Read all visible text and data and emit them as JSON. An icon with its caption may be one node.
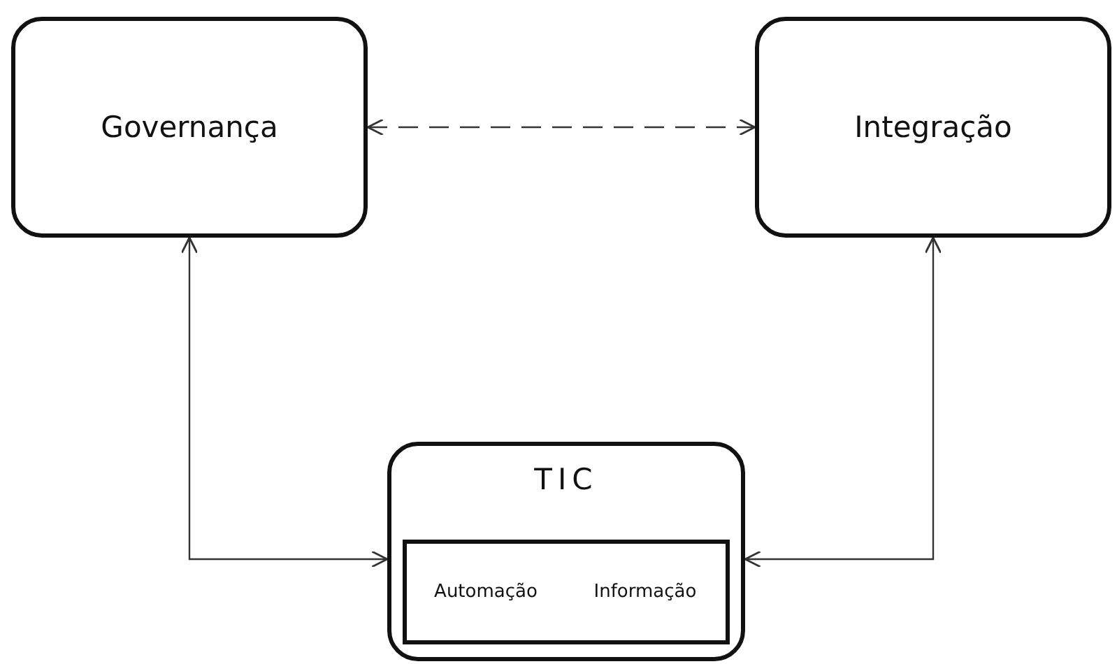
{
  "diagram": {
    "nodes": [
      {
        "text": [
          "Governança"
        ]
      },
      {
        "text": [
          "Integração"
        ]
      },
      {
        "text": [
          "TIC"
        ]
      },
      {
        "text": [
          "Automação"
        ],
        "in": 2
      },
      {
        "text": [
          "Informação"
        ],
        "in": 2
      }
    ],
    "edges": [
      {
        "from": 0,
        "to": 1,
        "arrow": "both",
        "style": "dashed"
      },
      {
        "from": 0,
        "to": 2,
        "arrow": "both"
      },
      {
        "from": 1,
        "to": 2,
        "arrow": "both"
      }
    ]
  }
}
